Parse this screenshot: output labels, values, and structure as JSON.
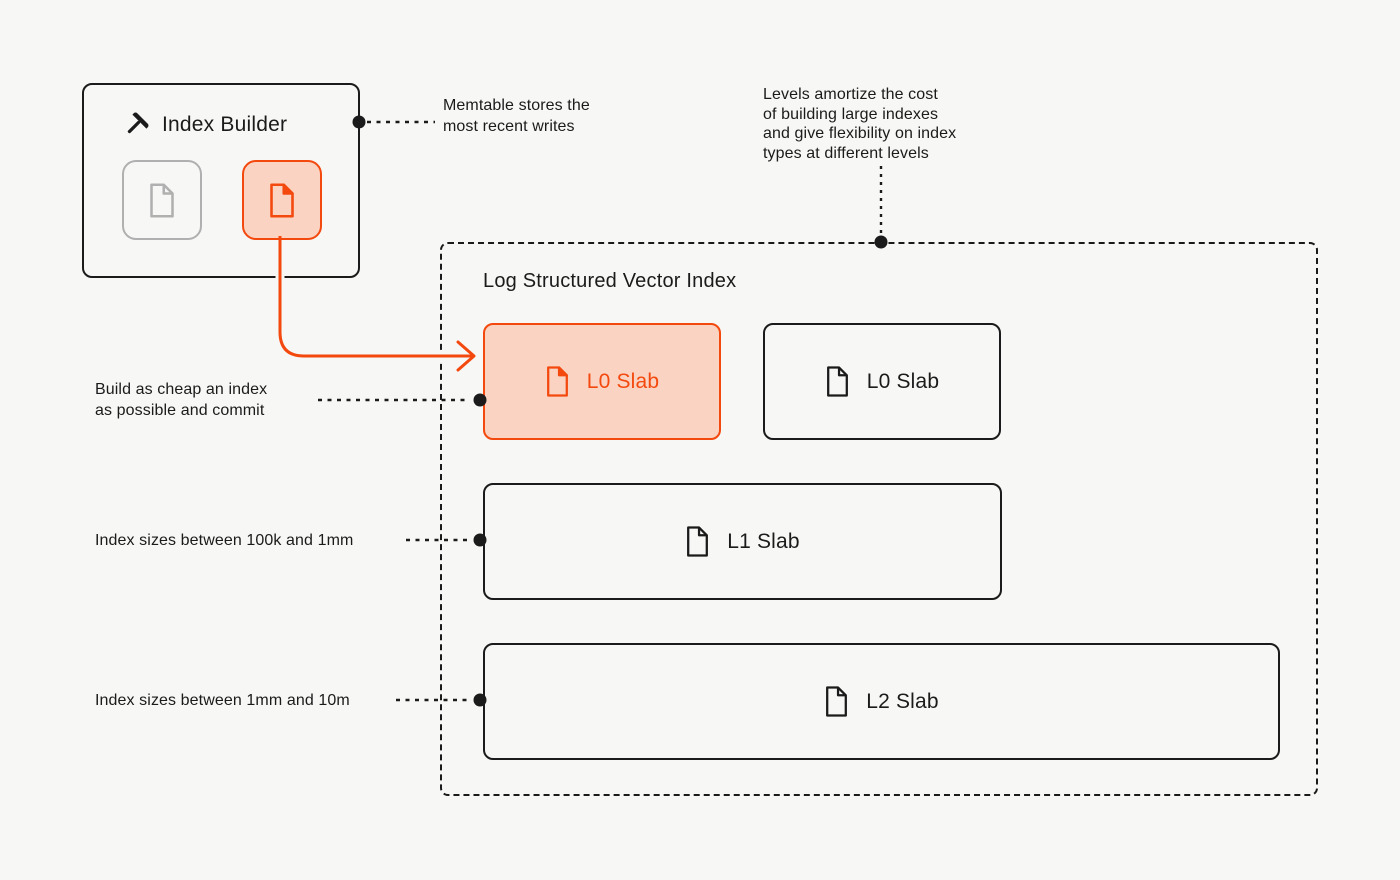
{
  "colors": {
    "background": "#f7f7f5",
    "ink": "#1b1b1b",
    "accent_orange": "#f4490e",
    "accent_orange_fill": "#fad3c2",
    "muted_gray": "#b0b0b0"
  },
  "index_builder": {
    "title": "Index Builder",
    "icon": "hammer-icon",
    "slots": [
      {
        "state": "empty",
        "icon": "document-icon"
      },
      {
        "state": "active",
        "icon": "document-icon"
      }
    ]
  },
  "lsvi": {
    "title": "Log Structured Vector Index",
    "slabs": [
      {
        "label": "L0 Slab",
        "highlighted": true,
        "icon": "document-icon"
      },
      {
        "label": "L0 Slab",
        "highlighted": false,
        "icon": "document-icon"
      },
      {
        "label": "L1 Slab",
        "highlighted": false,
        "icon": "document-icon"
      },
      {
        "label": "L2 Slab",
        "highlighted": false,
        "icon": "document-icon"
      }
    ]
  },
  "annotations": {
    "memtable": "Memtable stores the\nmost recent writes",
    "levels": "Levels amortize the cost\nof building large indexes\nand give flexibility on index\ntypes at different levels",
    "build_cheap": "Build as cheap an index\nas possible and commit",
    "l1_sizes": "Index sizes between 100k and 1mm",
    "l2_sizes": "Index sizes between 1mm and 10m"
  }
}
